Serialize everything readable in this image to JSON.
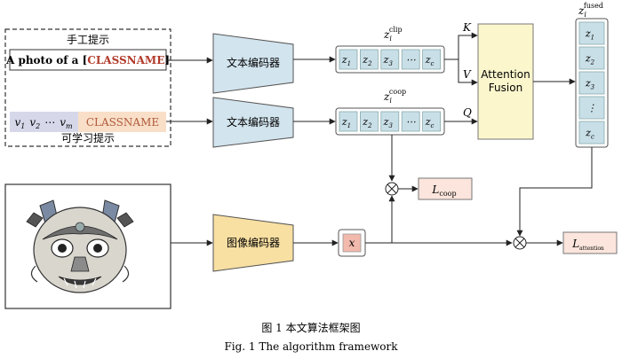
{
  "prompt_box": {
    "manual_label": "手工提示",
    "manual_prefix": "A photo of a [",
    "manual_class": "CLASSNAME",
    "manual_suffix": "]",
    "learnable_tokens": [
      "v",
      "v",
      "⋯",
      "v"
    ],
    "learnable_subs": [
      "1",
      "2",
      "",
      "m"
    ],
    "learnable_class": "CLASSNAME",
    "learnable_label": "可学习提示"
  },
  "encoders": {
    "text_encoder_1": "文本编码器",
    "text_encoder_2": "文本编码器",
    "image_encoder": "图像编码器"
  },
  "features": {
    "clip_label_base": "z",
    "clip_label_sub": "i",
    "clip_label_sup": "clip",
    "coop_label_base": "z",
    "coop_label_sub": "i",
    "coop_label_sup": "coop",
    "fused_label_base": "z",
    "fused_label_sub": "i",
    "fused_label_sup": "fused",
    "cells": [
      {
        "base": "z",
        "sub": "1"
      },
      {
        "base": "z",
        "sub": "2"
      },
      {
        "base": "z",
        "sub": "3"
      },
      {
        "base": "⋯",
        "sub": ""
      },
      {
        "base": "z",
        "sub": "c"
      }
    ],
    "fused_cells": [
      {
        "base": "z",
        "sub": "1"
      },
      {
        "base": "z",
        "sub": "2"
      },
      {
        "base": "z",
        "sub": "3"
      },
      {
        "base": "⋮",
        "sub": ""
      },
      {
        "base": "z",
        "sub": "c"
      }
    ]
  },
  "attention": {
    "line1": "Attention",
    "line2": "Fusion",
    "k": "K",
    "v": "V",
    "q": "Q"
  },
  "image_feature": "x",
  "losses": {
    "coop_base": "L",
    "coop_sub": "coop",
    "attention_base": "L",
    "attention_sub": "attention"
  },
  "captions": {
    "cn": "图 1    本文算法框架图",
    "en": "Fig. 1    The algorithm framework"
  },
  "colors": {
    "text_encoder": "#d2e4ee",
    "image_encoder": "#f8dfa2",
    "cell": "#c9dfe8",
    "attention": "#fbf6cc",
    "loss": "#fbe5dc",
    "x_cell": "#f2b9ad",
    "learnable_tokens": "#d6d8ea",
    "learnable_class": "#f9dfc8",
    "classname_red": "#b23a2a"
  },
  "icons": [
    "multiply-circle-icon",
    "arrow-icon"
  ]
}
